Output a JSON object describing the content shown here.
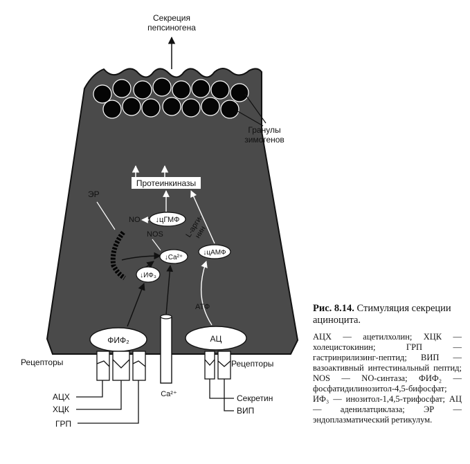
{
  "labels": {
    "secretion": [
      "Секреция",
      "пепсиногена"
    ],
    "granules": [
      "Гранулы",
      "зимогенов"
    ],
    "protein_kinases": "Протеинкиназы",
    "er": "ЭР",
    "no": "NO",
    "nos": "NOS",
    "cgmp": "↓цГМФ",
    "ca_inside": "↓Ca²⁺",
    "ip3": "↓ИФ₃",
    "l_arginine": [
      "L-арги-",
      "нин"
    ],
    "camp": "↓цАМФ",
    "atp": "АТФ",
    "pip2": "ФИФ₂",
    "ac": "АЦ",
    "receptors_left": "Рецепторы",
    "receptors_right": "Рецепторы",
    "ca_outside": "Ca²⁺",
    "ach": "АЦХ",
    "cck": "ХЦК",
    "grp": "ГРП",
    "secretin": "Секретин",
    "vip": "ВИП"
  },
  "caption": {
    "fig_label": "Рис. 8.14.",
    "title": "Стимуляция секреции ациноцита.",
    "body": "АЦХ — ацетилхолин; ХЦК — холецистокинин; ГРП — гастринрилизинг-пептид; ВИП — вазоактивный интестинальный пептид; NOS — NO-синтаза; ФИФ₂ — фосфатидилинозитол-4,5-бифосфат; ИФ₃ — инозитол-1,4,5-трифосфат; АЦ — аденилатциклаза; ЭР — эндоплазматический ретикулум."
  },
  "colors": {
    "cell": "#4a4a4a",
    "granule": "#050505",
    "ink": "#111111",
    "light": "#ffffff"
  }
}
